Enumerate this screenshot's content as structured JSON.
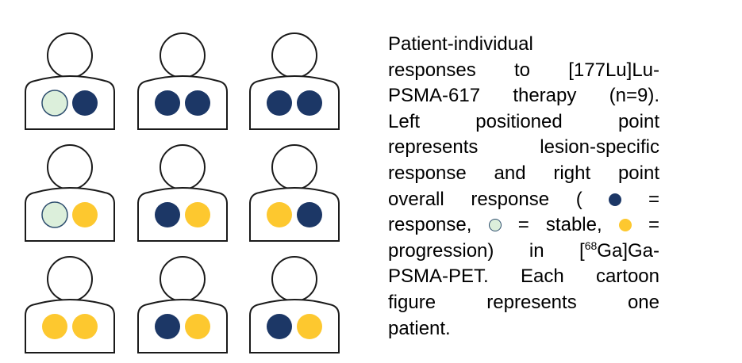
{
  "colors": {
    "response": "#1c3766",
    "stable": "#dcefdb",
    "progression": "#fdc82f",
    "outline": "#1a1a1a",
    "stable_stroke": "#2f4f6f"
  },
  "patients": [
    {
      "lesion": "stable",
      "overall": "response"
    },
    {
      "lesion": "response",
      "overall": "response"
    },
    {
      "lesion": "response",
      "overall": "response"
    },
    {
      "lesion": "stable",
      "overall": "progression"
    },
    {
      "lesion": "response",
      "overall": "progression"
    },
    {
      "lesion": "progression",
      "overall": "response"
    },
    {
      "lesion": "progression",
      "overall": "progression"
    },
    {
      "lesion": "response",
      "overall": "progression"
    },
    {
      "lesion": "response",
      "overall": "progression"
    }
  ],
  "caption": {
    "l1": "Patient-individual",
    "l2": "responses to [177Lu]Lu-",
    "l3": "PSMA-617 therapy (n=9).",
    "l4": "Left positioned point",
    "l5": "represents lesion-specific",
    "l6": "response and right point",
    "l7_a": "overall response (",
    "l7_b": "=",
    "l8_a": "response,",
    "l8_b": "= stable,",
    "l8_c": "=",
    "l9_a": "progression) in [",
    "l9_sup": "68",
    "l9_b": "Ga]Ga-",
    "l10": "PSMA-PET. Each cartoon",
    "l11": "figure represents one",
    "l12": "patient."
  }
}
